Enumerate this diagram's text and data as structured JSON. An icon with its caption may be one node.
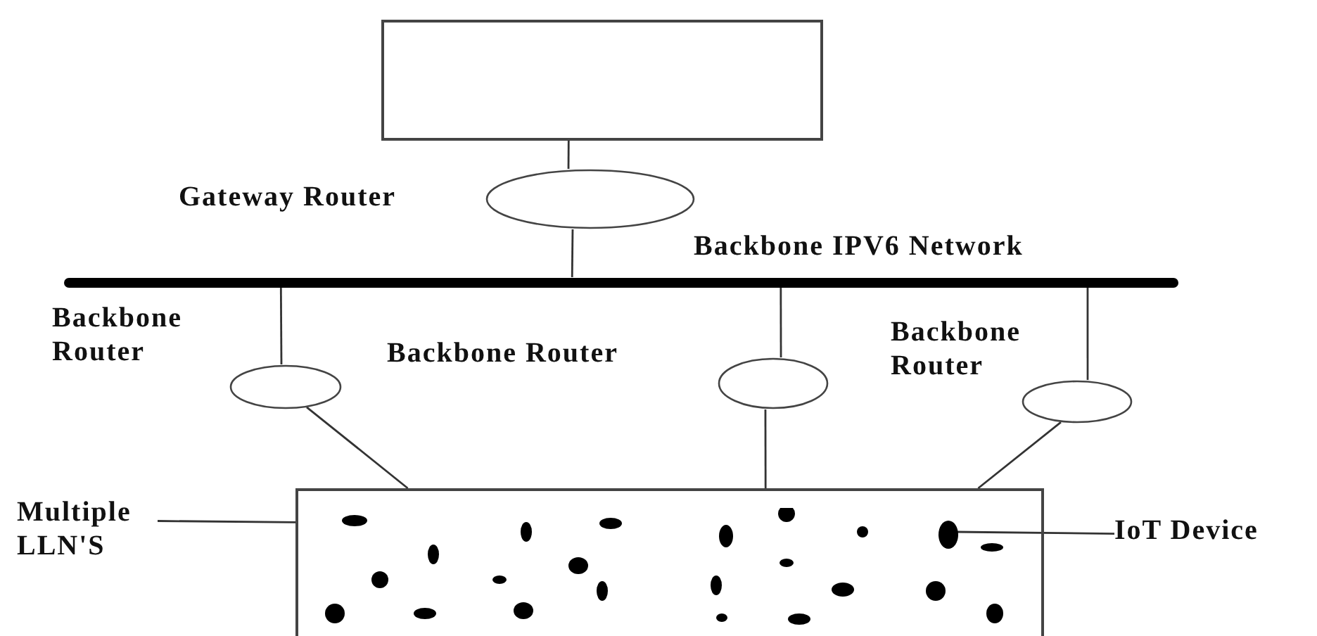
{
  "diagram": {
    "nodes": [
      {
        "text": [],
        "shape": "box"
      },
      {
        "text": [],
        "shape": "ellipse"
      },
      {
        "text": [],
        "shape": "bar"
      },
      {
        "text": [],
        "shape": "ellipse"
      },
      {
        "text": [],
        "shape": "ellipse"
      },
      {
        "text": [],
        "shape": "ellipse"
      },
      {
        "text": [
          "Multiple LLN'S"
        ]
      },
      {
        "text": [],
        "shape": "box"
      },
      {
        "text": [
          "IoT Device"
        ]
      },
      {
        "text": [],
        "shape": "circle",
        "in": 7
      }
    ],
    "edges": [
      {
        "from": 0,
        "to": 1,
        "arrow": "none"
      },
      {
        "from": 1,
        "to": 2,
        "arrow": "none"
      },
      {
        "from": 2,
        "to": 3,
        "arrow": "none"
      },
      {
        "from": 2,
        "to": 4,
        "arrow": "none"
      },
      {
        "from": 2,
        "to": 5,
        "arrow": "none"
      },
      {
        "from": 3,
        "to": 7,
        "arrow": "none"
      },
      {
        "from": 4,
        "to": 7,
        "arrow": "none"
      },
      {
        "from": 5,
        "to": 7,
        "arrow": "none"
      },
      {
        "from": 6,
        "to": 7,
        "arrow": "none"
      },
      {
        "from": 8,
        "to": 9,
        "arrow": "none"
      }
    ],
    "labels": [
      "Gateway Router",
      "Backbone IPV6 Network",
      "Backbone Router",
      "Backbone Router",
      "Backbone Router"
    ]
  }
}
